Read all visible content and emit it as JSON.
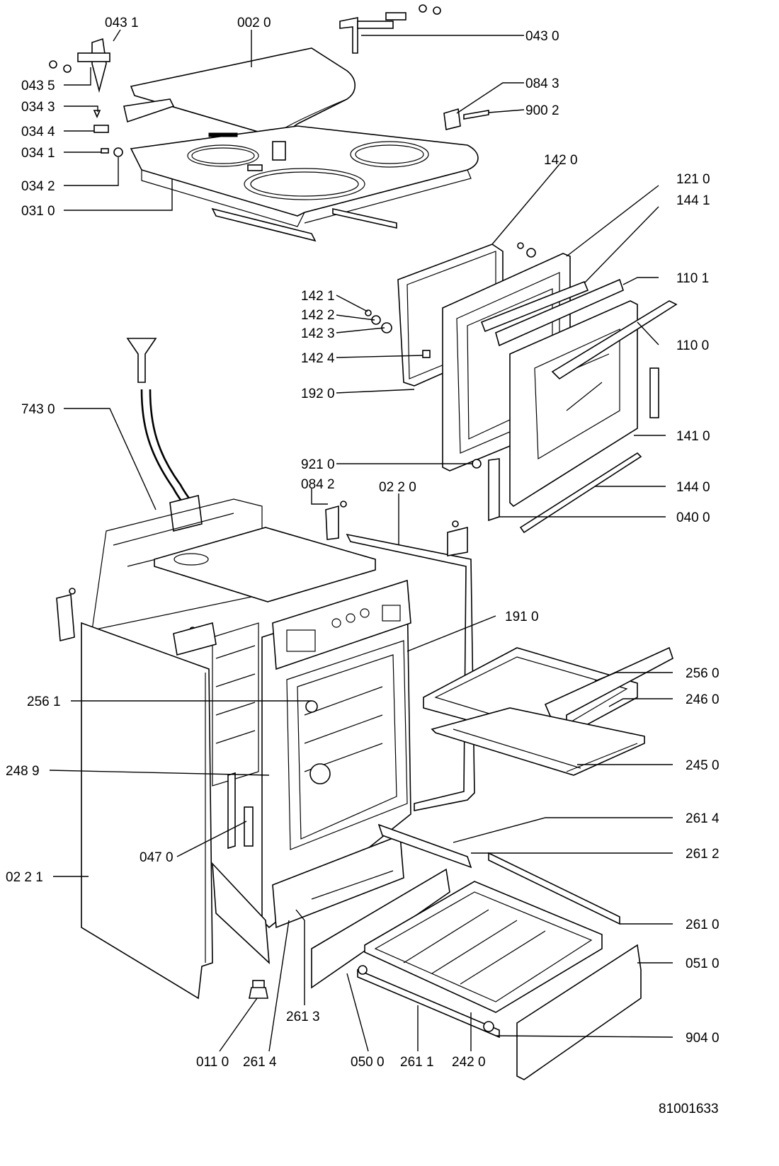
{
  "diagram": {
    "doc_number": "81001633",
    "labels": {
      "p0431": "043 1",
      "p0020": "002 0",
      "p0430": "043 0",
      "p0435": "043 5",
      "p0343": "034 3",
      "p0344": "034 4",
      "p0341": "034 1",
      "p0342": "034 2",
      "p0310": "031 0",
      "p0843": "084 3",
      "p9002": "900 2",
      "p1420": "142 0",
      "p1210": "121 0",
      "p1441": "144 1",
      "p1101": "110  1",
      "p1100": "110 0",
      "p1421": "142 1",
      "p1422": "142 2",
      "p1423": "142 3",
      "p1424": "142 4",
      "p1920": "192 0",
      "p7430": "743 0",
      "p1410": "141 0",
      "p9210": "921 0",
      "p0842": "084 2",
      "p0220": "02 2  0",
      "p1440": "144 0",
      "p0400": "040 0",
      "p1910": "191 0",
      "p2560": "256 0",
      "p2561": "256 1",
      "p2460": "246 0",
      "p2489": "248  9",
      "p2450": "245 0",
      "p2614a": "261 4",
      "p0470": "047 0",
      "p2612": "261 2",
      "p0221": "02 2  1",
      "p2610": "261 0",
      "p0510": "051 0",
      "p2613": "261 3",
      "p9040": "904 0",
      "p0110": "011  0",
      "p2614b": "261 4",
      "p0500": "050 0",
      "p2611": "261 1",
      "p2420": "242 0"
    }
  }
}
